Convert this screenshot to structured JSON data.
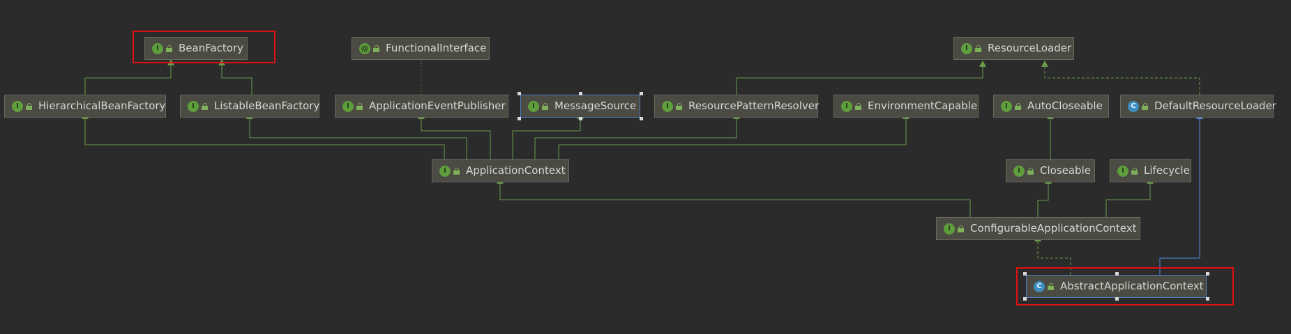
{
  "diagram": {
    "nodes": [
      {
        "id": "bean-factory",
        "label": "BeanFactory",
        "kind": "interface"
      },
      {
        "id": "functional-interface",
        "label": "FunctionalInterface",
        "kind": "annotation"
      },
      {
        "id": "resource-loader",
        "label": "ResourceLoader",
        "kind": "interface"
      },
      {
        "id": "hierarchical-bean-factory",
        "label": "HierarchicalBeanFactory",
        "kind": "interface"
      },
      {
        "id": "listable-bean-factory",
        "label": "ListableBeanFactory",
        "kind": "interface"
      },
      {
        "id": "application-event-publisher",
        "label": "ApplicationEventPublisher",
        "kind": "interface"
      },
      {
        "id": "message-source",
        "label": "MessageSource",
        "kind": "interface"
      },
      {
        "id": "resource-pattern-resolver",
        "label": "ResourcePatternResolver",
        "kind": "interface"
      },
      {
        "id": "environment-capable",
        "label": "EnvironmentCapable",
        "kind": "interface"
      },
      {
        "id": "auto-closeable",
        "label": "AutoCloseable",
        "kind": "interface"
      },
      {
        "id": "default-resource-loader",
        "label": "DefaultResourceLoader",
        "kind": "class"
      },
      {
        "id": "application-context",
        "label": "ApplicationContext",
        "kind": "interface"
      },
      {
        "id": "closeable",
        "label": "Closeable",
        "kind": "interface"
      },
      {
        "id": "lifecycle",
        "label": "Lifecycle",
        "kind": "interface"
      },
      {
        "id": "configurable-application-context",
        "label": "ConfigurableApplicationContext",
        "kind": "interface"
      },
      {
        "id": "abstract-application-context",
        "label": "AbstractApplicationContext",
        "kind": "class"
      }
    ],
    "badge_letters": {
      "interface": "I",
      "annotation": "@",
      "class": "C"
    },
    "colors": {
      "background": "#2b2b2b",
      "node_fill": "#4b4a43",
      "extends_edge": "#6a9b4a",
      "class_extends_edge": "#4f8fe0",
      "highlight": "#e01010"
    },
    "highlighted_nodes": [
      "bean-factory",
      "abstract-application-context"
    ],
    "selected_nodes": [
      "message-source",
      "abstract-application-context"
    ]
  }
}
